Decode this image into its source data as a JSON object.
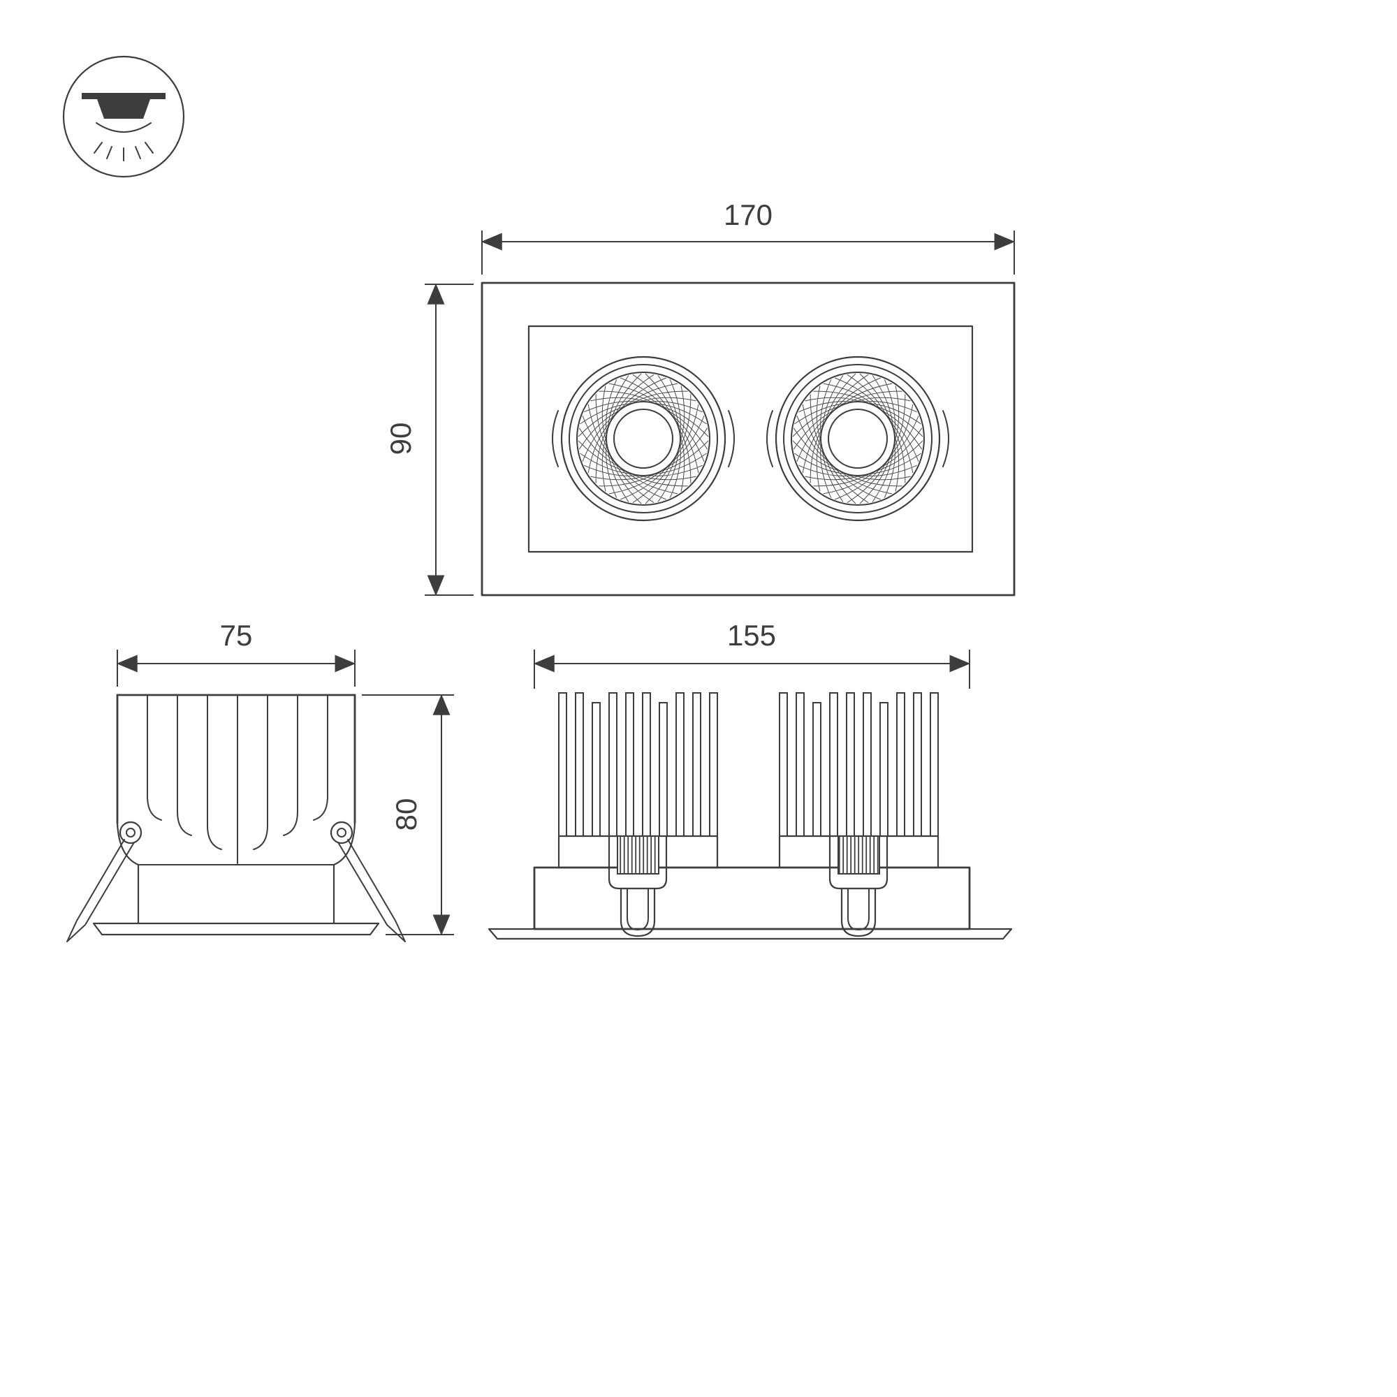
{
  "colors": {
    "line": "#3d3d3d",
    "background": "#ffffff"
  },
  "dimension_labels": {
    "front_width": "170",
    "front_height": "90",
    "side_width": "75",
    "side_height": "80",
    "rear_width": "155"
  }
}
